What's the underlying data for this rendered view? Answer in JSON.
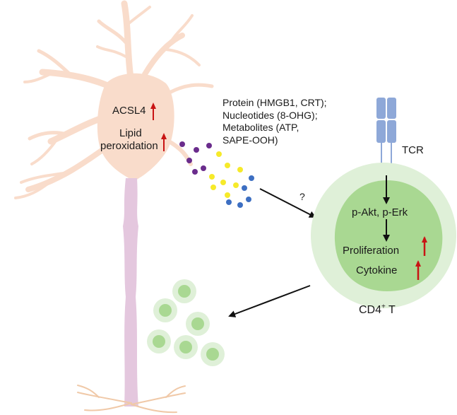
{
  "neuron": {
    "acsl4_label": "ACSL4",
    "lipid_label_line1": "Lipid",
    "lipid_label_line2": "peroxidation"
  },
  "released_molecules": {
    "lines": [
      "Protein (HMGB1, CRT);",
      "Nucleotides (8-OHG);",
      "Metabolites (ATP,",
      "SAPE-OOH)"
    ]
  },
  "question_mark": "?",
  "tcr_label": "TCR",
  "t_cell": {
    "pathway_label": "p-Akt, p-Erk",
    "proliferation_label": "Proliferation",
    "cytokine_label": "Cytokine",
    "cell_label_main": "CD4",
    "cell_label_sup": "+",
    "cell_label_suffix": " T"
  },
  "colors": {
    "neuron_body": "#f9dccb",
    "axon": "#e4c7de",
    "increase_arrow": "#c81414",
    "tcr_receptor": "#8ea8d8",
    "t_cell_outer": "#dff0d8",
    "t_cell_nucleus": "#a9d892",
    "dot_purple": "#6a2c8c",
    "dot_yellow": "#f6ea2a",
    "dot_blue": "#3d6fc2"
  }
}
